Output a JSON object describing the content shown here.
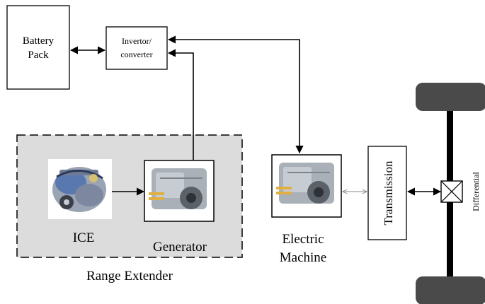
{
  "battery": {
    "line1": "Battery",
    "line2": "Pack"
  },
  "converter": {
    "line1": "Invertor/",
    "line2": "converter"
  },
  "range_extender": {
    "label": "Range Extender",
    "ice_label": "ICE",
    "generator_label": "Generator"
  },
  "electric_machine": {
    "line1": "Electric",
    "line2": "Machine"
  },
  "transmission": {
    "label": "Transmission"
  },
  "differential": {
    "label": "Differential"
  },
  "colors": {
    "range_extender_fill": "#dcdcdc",
    "line": "#000000",
    "wheel": "#4a4a4a",
    "engine_metal": "#9aa4b4",
    "engine_blue": "#5a78b0",
    "copper": "#e0b040"
  },
  "icons": {
    "ice": "engine-icon",
    "generator": "motor-icon",
    "electric_machine": "motor-icon"
  }
}
